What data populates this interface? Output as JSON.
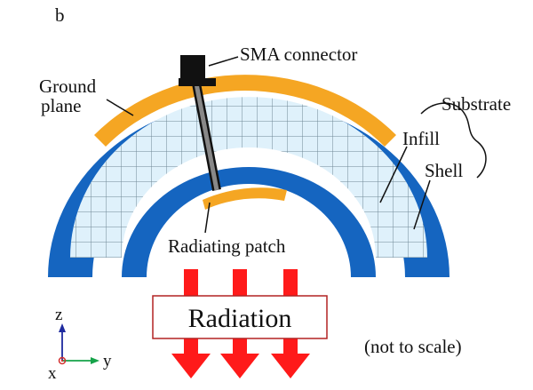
{
  "panel_label": "b",
  "labels": {
    "sma_connector": "SMA connector",
    "ground_line1": "Ground",
    "ground_line2": "plane",
    "substrate": "Substrate",
    "infill": "Infill",
    "shell": "Shell",
    "radiating_patch": "Radiating patch",
    "radiation": "Radiation",
    "not_to_scale": "(not to scale)"
  },
  "axes": {
    "z": "z",
    "x": "x",
    "y": "y"
  },
  "colors": {
    "shell": "#1565c0",
    "infill": "#dff1fb",
    "grid": "#6f8796",
    "copper": "#f5a623",
    "arrow": "#ff1a1a",
    "radiation_box_border": "#b22222",
    "connector": "#111111",
    "probe": "#888888",
    "axis_z": "#1e2a9e",
    "axis_y": "#16a34a",
    "axis_x": "#d32f2f"
  }
}
